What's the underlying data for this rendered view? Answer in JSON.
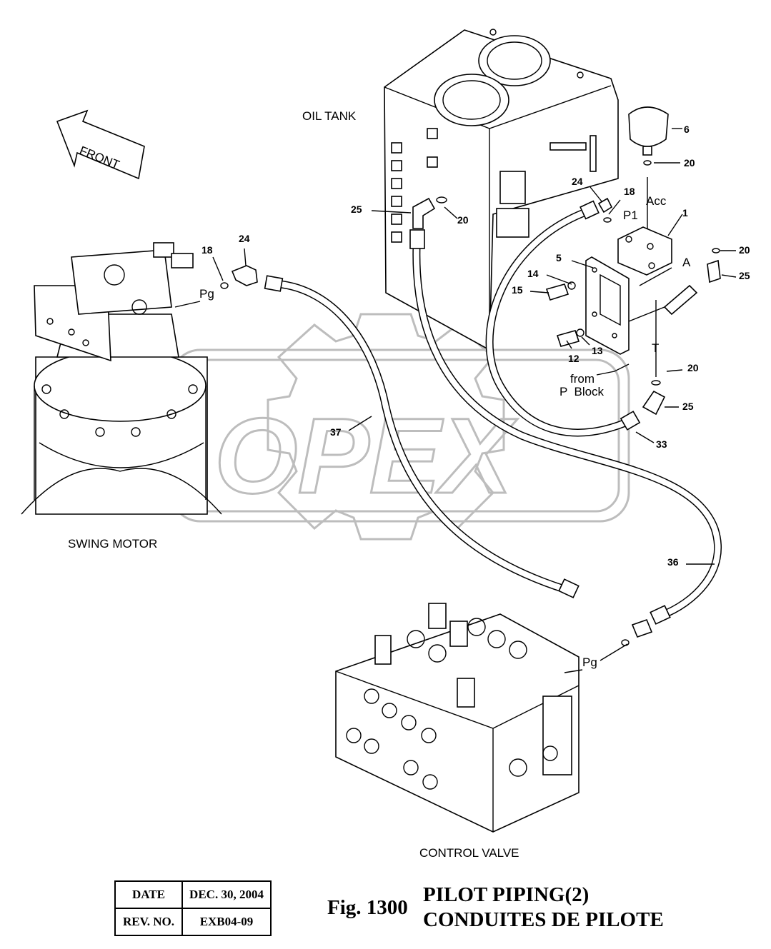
{
  "labels": {
    "oil_tank": "OIL TANK",
    "front": "FRONT",
    "swing_motor": "SWING MOTOR",
    "control_valve": "CONTROL VALVE",
    "from": "from",
    "p_block": "P  Block"
  },
  "ports": {
    "acc": "Acc",
    "p1": "P1",
    "a": "A",
    "t": "T",
    "pg_swing": "Pg",
    "pg_valve": "Pg"
  },
  "callouts": {
    "c1": "1",
    "c5": "5",
    "c6": "6",
    "c12": "12",
    "c13": "13",
    "c14": "14",
    "c15": "15",
    "c18_motor": "18",
    "c18_tank": "18",
    "c20_acc": "20",
    "c20_a": "20",
    "c20_t": "20",
    "c20_tank": "20",
    "c24_motor": "24",
    "c24_tank": "24",
    "c25_tank": "25",
    "c25_a": "25",
    "c25_t": "25",
    "c33": "33",
    "c36": "36",
    "c37": "37"
  },
  "watermark": {
    "text": "OPEX"
  },
  "title_block": {
    "date_label": "DATE",
    "date_value": "DEC. 30, 2004",
    "rev_label": "REV. NO.",
    "rev_value": "EXB04-09"
  },
  "figure": {
    "number": "Fig. 1300",
    "title_line1": "PILOT PIPING(2)",
    "title_line2": "CONDUITES DE PILOTE"
  }
}
